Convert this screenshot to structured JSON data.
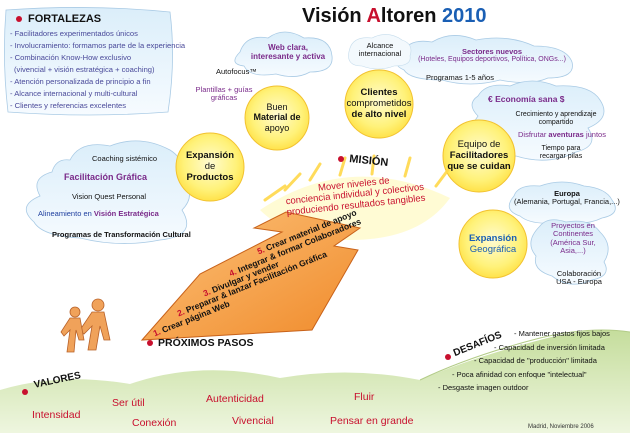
{
  "title": {
    "pre": "Visión ",
    "A": "A",
    "mid": "ltoren ",
    "year": "2010"
  },
  "fortalezas": {
    "heading": "FORTALEZAS",
    "items": [
      "- Facilitadores experimentados únicos",
      "- Involucramiento: formamos parte de la experiencia",
      "- Combinación Know-How exclusivo",
      "(vivencial + visión estratégica + coaching)",
      "- Atención personalizada de principio a fin",
      "- Alcance internacional y multi-cultural",
      "- Clientes y referencias excelentes"
    ]
  },
  "cloud_web": {
    "l1": "Web clara,",
    "l2": "interesante y activa"
  },
  "autofocus": "Autofocus™",
  "plantillas": {
    "l1": "Plantillas + guías",
    "l2": "gráficas"
  },
  "sun_material": {
    "l1": "Buen",
    "l2": "Material de",
    "l3": "apoyo"
  },
  "alcance_int": {
    "l1": "Alcance",
    "l2": "internacional"
  },
  "sectores": {
    "l1": "Sectores nuevos",
    "l2": "(Hoteles, Equipos deportivos, Política, ONGs...)"
  },
  "programas": "Programas 1-5 años",
  "sun_clientes": {
    "l1": "Clientes",
    "l2": "comprometidos",
    "l3": "de alto nivel"
  },
  "economia": "€ Economía sana $",
  "crecimiento": {
    "l1": "Crecimiento y aprendizaje",
    "l2": "compartido"
  },
  "disfrutar": {
    "a": "Disfrutar ",
    "b": "aventuras",
    "c": " juntos"
  },
  "tiempo": {
    "l1": "Tiempo para",
    "l2": "recargar pilas"
  },
  "sun_equipo": {
    "l1": "Equipo de",
    "l2": "Facilitadores",
    "l3": "que se cuidan"
  },
  "left_cloud": {
    "coaching": "Coaching sistémico",
    "facilitacion": "Facilitación Gráfica",
    "vision_quest": "Vision Quest Personal",
    "alineamiento_a": "Alineamiento en ",
    "alineamiento_b": "Visión Estratégica",
    "programas_tc": "Programas de Transformación Cultural"
  },
  "sun_productos": {
    "l1": "Expansión",
    "l2": "de",
    "l3": "Productos"
  },
  "mision": {
    "heading": "MISIÓN",
    "l1": "Mover niveles de",
    "l2": "conciencia individual y colectivos",
    "l3": "produciendo resultados tangibles"
  },
  "europa": {
    "l1": "Europa",
    "l2": "(Alemania, Portugal, Francia,...)"
  },
  "sun_geo": {
    "l1": "Expansión",
    "l2": "Geográfica"
  },
  "proyectos": {
    "l1": "Proyectos en",
    "l2": "Continentes",
    "l3": "(América Sur,",
    "l4": "Asia,...)"
  },
  "colaboracion": {
    "l1": "Colaboración",
    "l2": "USA - Europa"
  },
  "steps": [
    {
      "n": "5.",
      "text": "Crear material de apoyo"
    },
    {
      "n": "4.",
      "text": "Integrar & formar Colaboradores"
    },
    {
      "n": "3.",
      "text": "Divulgar y vender"
    },
    {
      "n": "2.",
      "text": "Preparar & lanzar Facilitación Gráfica"
    },
    {
      "n": "1.",
      "text": "Crear página Web"
    }
  ],
  "proximos": "PRÓXIMOS PASOS",
  "desafios": {
    "heading": "DESAFÍOS",
    "items": [
      "- Mantener gastos fijos bajos",
      "- Capacidad de inversión limitada",
      "- Capacidad de \"producción\" limitada",
      "- Poca afinidad con enfoque \"intelectual\"",
      "- Desgaste imagen outdoor"
    ]
  },
  "valores": {
    "heading": "VALORES",
    "items": [
      "Intensidad",
      "Ser útil",
      "Conexión",
      "Autenticidad",
      "Vivencial",
      "Fluir",
      "Pensar en grande"
    ]
  },
  "footer": "Madrid, Noviembre 2006",
  "colors": {
    "title_red": "#c8102e",
    "title_blue": "#1a5fb4",
    "sun": "#fff27a",
    "arrow": "#f7a34a",
    "sky": "#cfe6f5",
    "hills": "#cfe3b0"
  }
}
